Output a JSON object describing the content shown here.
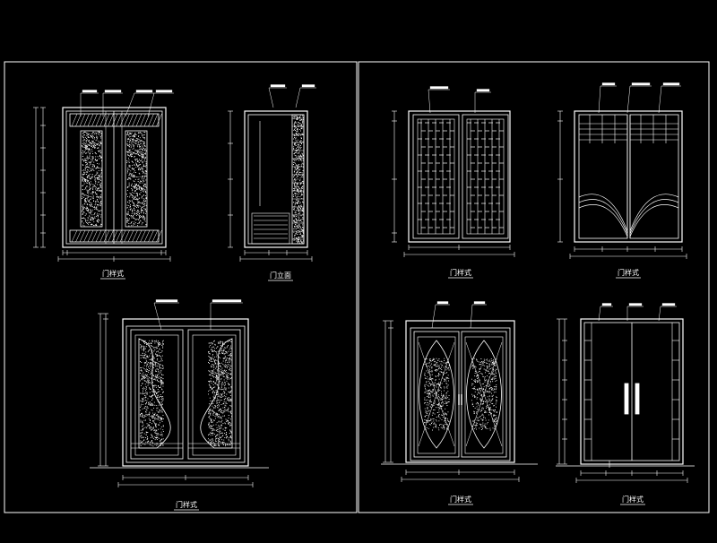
{
  "drawing": {
    "panels": [
      "left-sheet",
      "right-sheet"
    ],
    "doors": [
      {
        "id": "d1",
        "caption": "门样式",
        "style": "sliding-speckled"
      },
      {
        "id": "d2",
        "caption": "门立面",
        "style": "side-elevation"
      },
      {
        "id": "d3",
        "caption": "门样式",
        "style": "lattice-double"
      },
      {
        "id": "d4",
        "caption": "门样式",
        "style": "grid-arc"
      },
      {
        "id": "d5",
        "caption": "门样式",
        "style": "vase-glass"
      },
      {
        "id": "d6",
        "caption": "门样式",
        "style": "fish-glass"
      },
      {
        "id": "d7",
        "caption": "门样式",
        "style": "panel-handles"
      }
    ],
    "colors": {
      "background": "#000000",
      "line": "#ffffff",
      "frame": "#ffffff"
    }
  }
}
